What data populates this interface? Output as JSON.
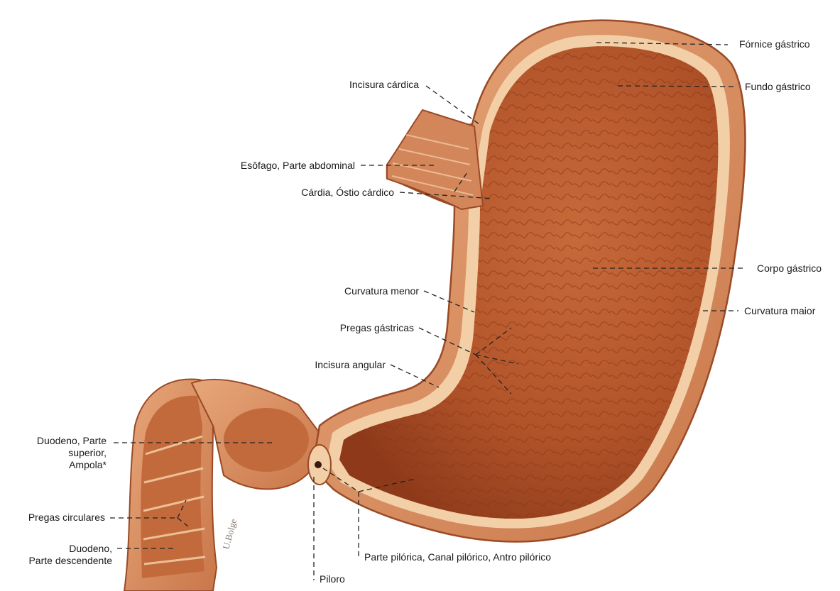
{
  "diagram": {
    "labels": {
      "fornice": "Fórnice gástrico",
      "fundo": "Fundo gástrico",
      "incisura_cardica": "Incisura cárdica",
      "esofago": "Esôfago, Parte abdominal",
      "cardia": "Cárdia, Óstio cárdico",
      "corpo": "Corpo gástrico",
      "curvatura_menor": "Curvatura menor",
      "curvatura_maior": "Curvatura maior",
      "pregas_gastricas": "Pregas gástricas",
      "incisura_angular": "Incisura angular",
      "duodeno_superior": [
        "Duodeno, Parte",
        "superior,",
        "Ampola*"
      ],
      "pregas_circulares": "Pregas circulares",
      "duodeno_descendente": [
        "Duodeno,",
        "Parte descendente"
      ],
      "parte_pilorica": "Parte pilórica, Canal pilórico, Antro pilórico",
      "piloro": "Piloro"
    },
    "colors": {
      "wall_outer": "#d98a5c",
      "wall_band": "#f0c9a0",
      "mucosa": "#b2542a",
      "mucosa_dark": "#8e3a1a",
      "leader": "#222222"
    }
  }
}
